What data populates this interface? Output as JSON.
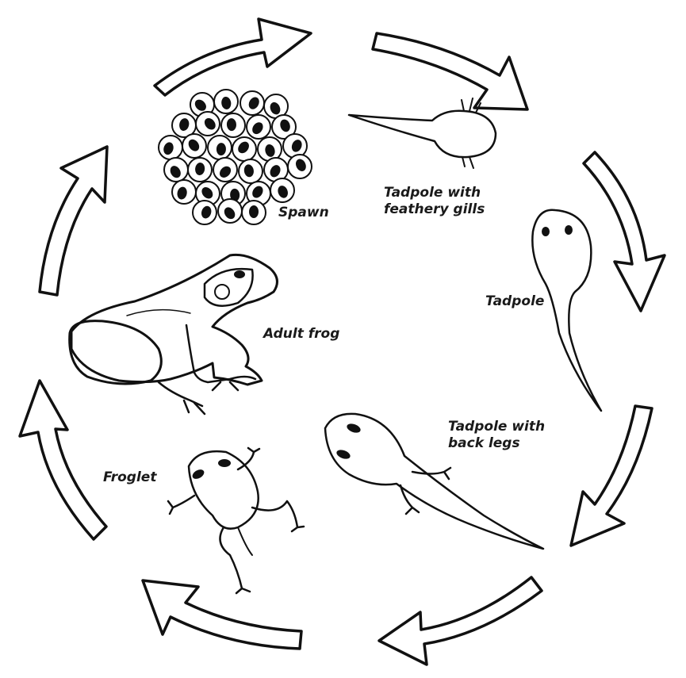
{
  "labels": {
    "spawn": "Spawn",
    "tadpole_gills": "Tadpole with\nfeathery gills",
    "tadpole": "Tadpole",
    "tadpole_legs": "Tadpole with\nback legs",
    "froglet": "Froglet",
    "adult": "Adult frog"
  },
  "colors": {
    "ink": "#111111",
    "speckle": "#555555",
    "frog_patch": "#6e6e6e"
  }
}
